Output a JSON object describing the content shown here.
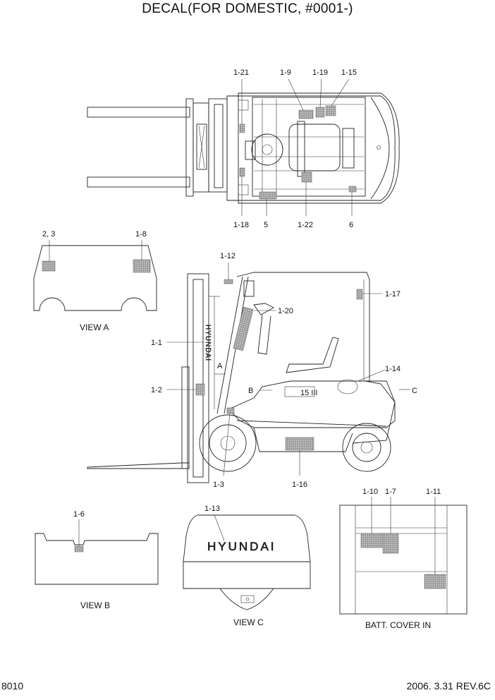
{
  "title": "DECAL(FOR DOMESTIC, #0001-)",
  "page_number": "8010",
  "revision": "2006. 3.31 REV.6C",
  "top_view_labels": [
    "1-21",
    "1-9",
    "1-19",
    "1-15",
    "1-18",
    "5",
    "1-22",
    "6"
  ],
  "view_a": {
    "labels": [
      "2, 3",
      "1-8"
    ],
    "caption": "VIEW A"
  },
  "side_view_labels": [
    "1-12",
    "1-17",
    "1-20",
    "1-1",
    "A",
    "1-14",
    "1-2",
    "B",
    "C",
    "1-3",
    "1-16"
  ],
  "side_view_model_badge": "15 III",
  "view_b": {
    "labels": [
      "1-6"
    ],
    "caption": "VIEW B"
  },
  "view_c": {
    "labels": [
      "1-13"
    ],
    "brand_text": "HYUNDAI",
    "caption": "VIEW C"
  },
  "batt_cover": {
    "labels": [
      "1-10",
      "1-7",
      "1-11"
    ],
    "caption": "BATT. COVER IN"
  }
}
